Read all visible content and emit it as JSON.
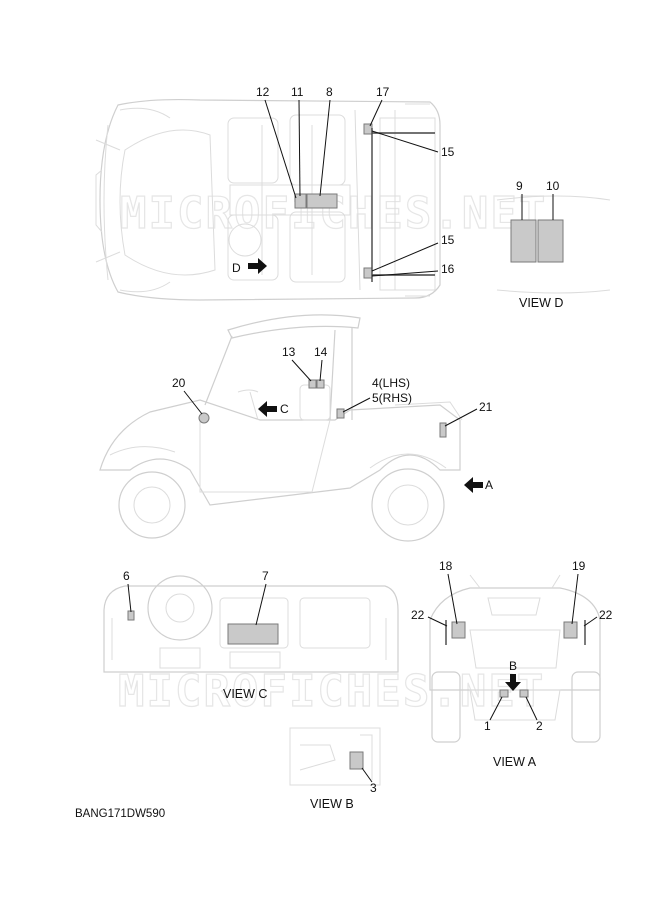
{
  "figure_code": "BANG171DW590",
  "watermark": "MICROFICHES.NET",
  "views": {
    "view_a": "VIEW A",
    "view_b": "VIEW B",
    "view_c": "VIEW C",
    "view_d": "VIEW D"
  },
  "view_pointers": {
    "a": "A",
    "b": "B",
    "c": "C",
    "d": "D"
  },
  "callouts": {
    "c1": "1",
    "c2": "2",
    "c3": "3",
    "c4": "4(LHS)",
    "c5": "5(RHS)",
    "c6": "6",
    "c7": "7",
    "c8": "8",
    "c9": "9",
    "c10": "10",
    "c11": "11",
    "c12": "12",
    "c13": "13",
    "c14": "14",
    "c15a": "15",
    "c15b": "15",
    "c16": "16",
    "c17": "17",
    "c18": "18",
    "c19": "19",
    "c20": "20",
    "c21": "21",
    "c22a": "22",
    "c22b": "22"
  }
}
